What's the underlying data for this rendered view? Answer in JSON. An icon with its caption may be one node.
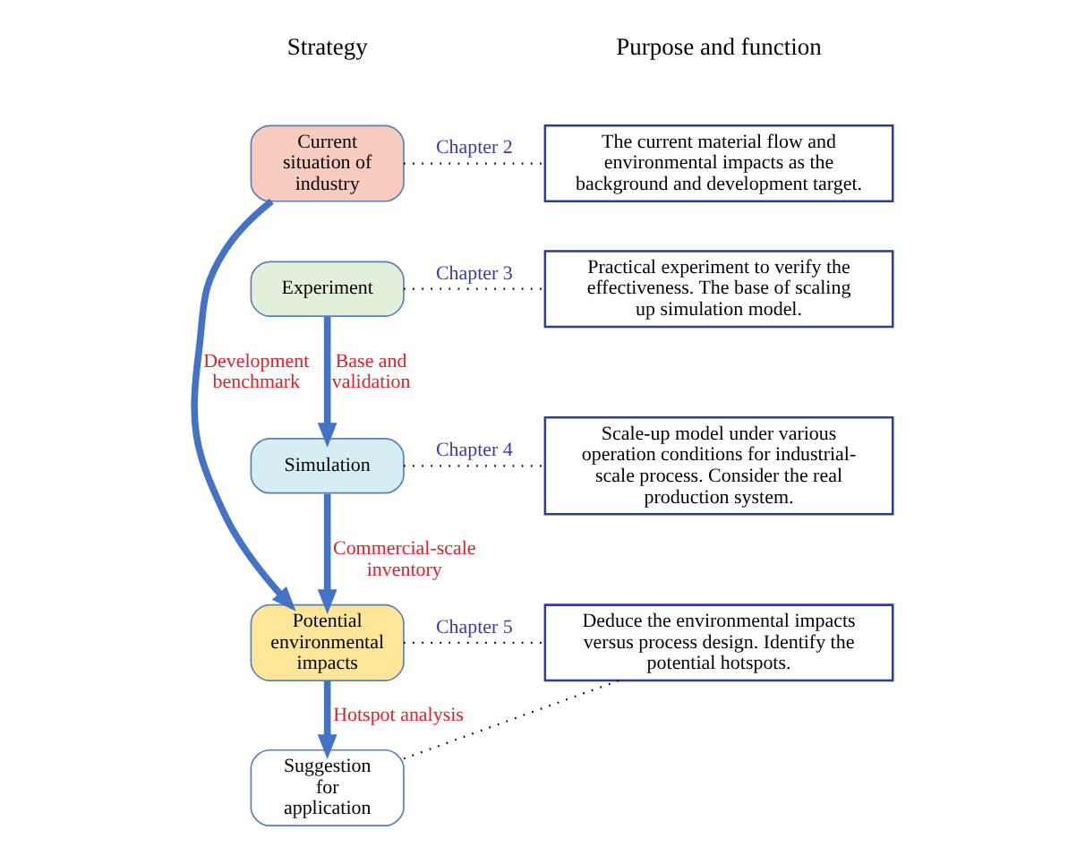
{
  "diagram": {
    "nodes": [
      {
        "text": [
          "Current situation of industry"
        ]
      },
      {
        "text": [
          "Experiment"
        ]
      },
      {
        "text": [
          "Simulation"
        ]
      },
      {
        "text": [
          "Potential environmental impacts"
        ]
      },
      {
        "text": [
          "Suggestion for application"
        ]
      },
      {
        "text": [
          "The current material flow and environmental impacts as the background and development target."
        ]
      },
      {
        "text": [
          "Practical experiment to verify the effectiveness. The base of scaling up simulation model."
        ]
      },
      {
        "text": [
          "Scale-up model under various operation conditions for industrial-scale process. Consider the real production system."
        ]
      },
      {
        "text": [
          "Deduce the environmental impacts versus process design. Identify the potential hotspots."
        ]
      }
    ],
    "edges": [
      {
        "from": 0,
        "to": 5,
        "arrow": "none",
        "style": "dashed",
        "label": "Chapter 2"
      },
      {
        "from": 1,
        "to": 6,
        "arrow": "none",
        "style": "dashed",
        "label": "Chapter 3"
      },
      {
        "from": 2,
        "to": 7,
        "arrow": "none",
        "style": "dashed",
        "label": "Chapter 4"
      },
      {
        "from": 3,
        "to": 8,
        "arrow": "none",
        "style": "dashed",
        "label": "Chapter 5"
      },
      {
        "from": 4,
        "to": 8,
        "arrow": "none",
        "style": "dashed"
      },
      {
        "from": 1,
        "to": 2,
        "arrow": "to",
        "style": "thick",
        "color": "#4472c4",
        "label": "Base and validation"
      },
      {
        "from": 2,
        "to": 3,
        "arrow": "to",
        "style": "thick",
        "color": "#4472c4",
        "label": "Commercial-scale inventory"
      },
      {
        "from": 3,
        "to": 4,
        "arrow": "to",
        "style": "thick",
        "color": "#4472c4",
        "label": "Hotspot analysis"
      },
      {
        "from": 0,
        "to": 3,
        "arrow": "to",
        "style": "thick",
        "color": "#4472c4",
        "label": "Development benchmark"
      }
    ],
    "labels": [
      "Strategy",
      "Purpose and function"
    ]
  }
}
